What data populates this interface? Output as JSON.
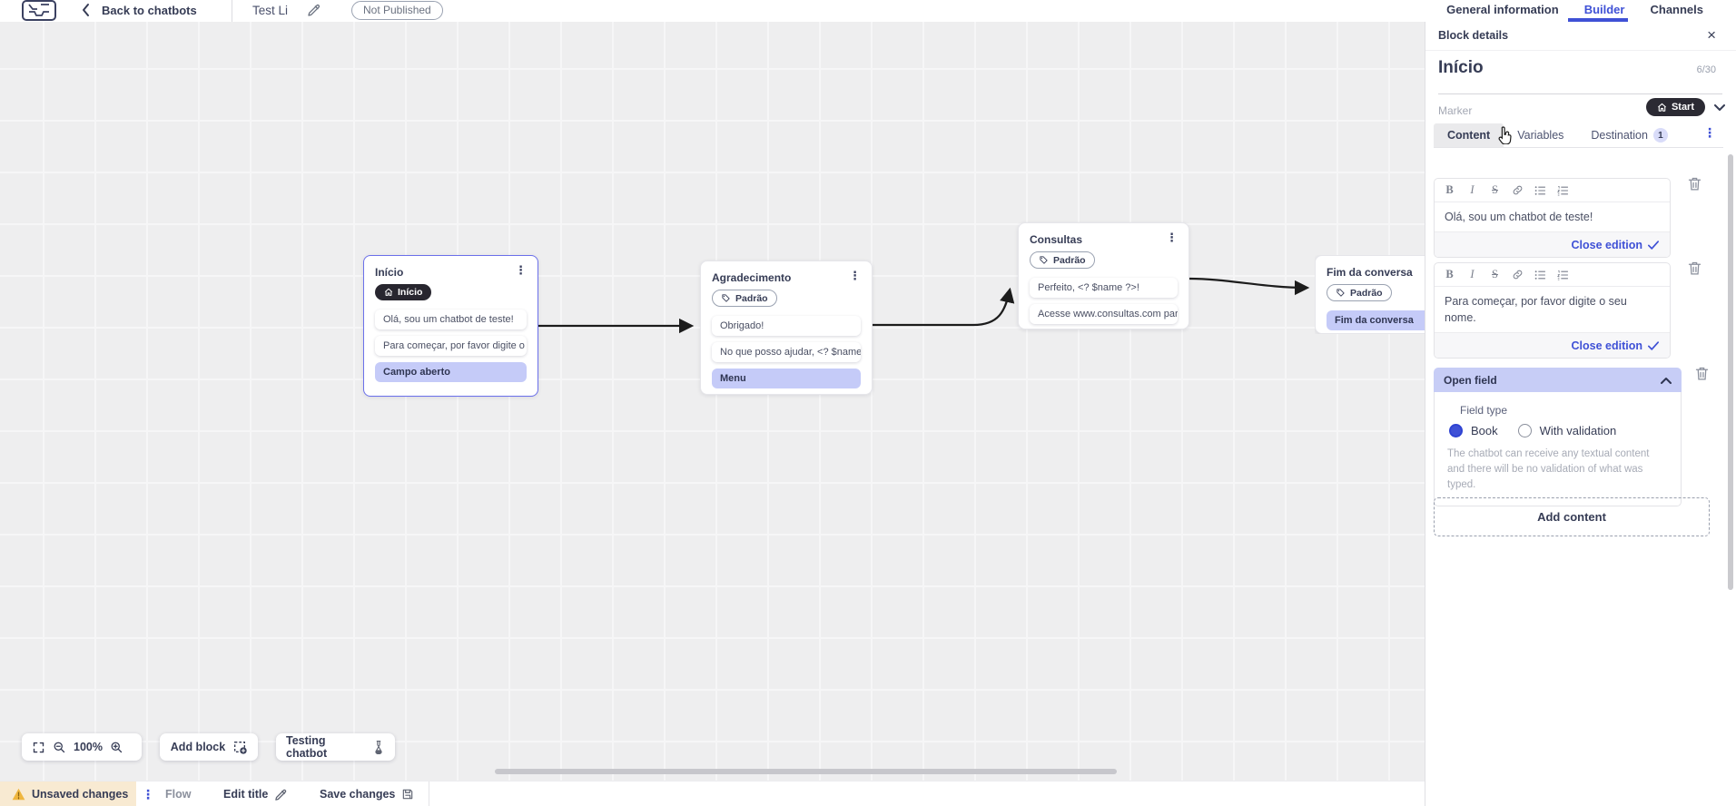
{
  "topbar": {
    "back_label": "Back to chatbots",
    "title": "Test Li",
    "status_badge": "Not Published",
    "tabs": {
      "general": "General information",
      "builder": "Builder",
      "channels": "Channels"
    }
  },
  "panel": {
    "header": "Block details",
    "block_name": "Início",
    "char_counter": "6/30",
    "marker_label": "Marker",
    "marker_value": "Start",
    "tabs": {
      "content": "Content",
      "variables": "Variables",
      "destination": "Destination",
      "destination_badge": "1"
    },
    "editors": [
      {
        "text": "Olá, sou um chatbot de teste!",
        "close_label": "Close edition"
      },
      {
        "text": "Para começar, por favor digite o seu nome.",
        "close_label": "Close edition"
      }
    ],
    "open_field": {
      "title": "Open field",
      "field_type_label": "Field type",
      "option_book": "Book",
      "option_validation": "With validation",
      "helper": "The chatbot can receive any textual content and there will be no validation of what was typed."
    },
    "add_content_label": "Add content"
  },
  "canvas": {
    "nodes": [
      {
        "title": "Início",
        "badge": "Início",
        "items": [
          {
            "text": "Olá, sou um chatbot de teste!"
          },
          {
            "text": "Para começar, por favor digite o ..."
          },
          {
            "text": "Campo aberto"
          }
        ]
      },
      {
        "title": "Agradecimento",
        "badge": "Padrão",
        "items": [
          {
            "text": "Obrigado!"
          },
          {
            "text": "No que posso ajudar, <? $name ..."
          },
          {
            "text": "Menu"
          }
        ]
      },
      {
        "title": "Consultas",
        "badge": "Padrão",
        "items": [
          {
            "text": "Perfeito, <? $name ?>!"
          },
          {
            "text": "Acesse www.consultas.com par..."
          }
        ]
      },
      {
        "title": "Fim da conversa",
        "badge": "Padrão",
        "items": [
          {
            "text": "Fim da conversa"
          }
        ]
      }
    ],
    "zoom_level": "100%",
    "add_block_label": "Add block",
    "testing_label": "Testing chatbot"
  },
  "statusbar": {
    "unsaved_label": "Unsaved changes",
    "flow_label": "Flow",
    "edit_title_label": "Edit title",
    "save_label": "Save changes"
  },
  "colors": {
    "accent_blue": "#3f51d6",
    "highlight_lavender": "#c5cbf8",
    "open_field_header": "#c7cdf6",
    "start_pill": "#2b2a33",
    "unsaved_bg": "#f8ead2",
    "warning_yellow": "#efb63f",
    "canvas_bg": "#eeeeef",
    "edge_black": "#1c1c1c"
  }
}
